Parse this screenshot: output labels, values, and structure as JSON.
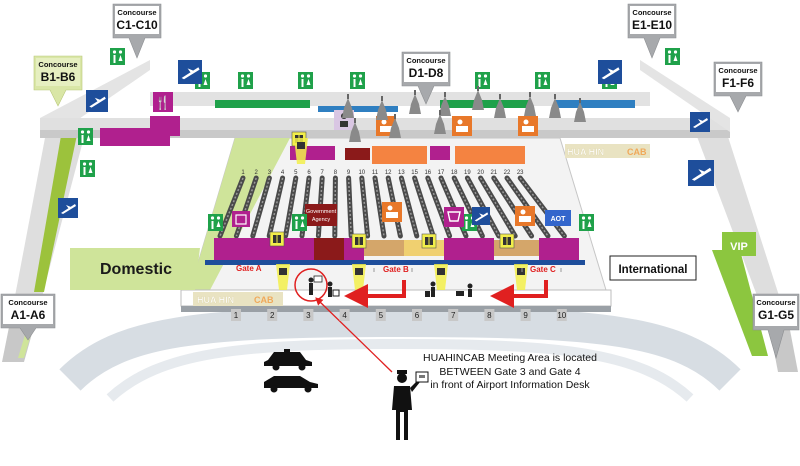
{
  "concourses": {
    "a": {
      "title": "Concourse",
      "code": "A1-A6"
    },
    "b": {
      "title": "Concourse",
      "code": "B1-B6"
    },
    "c": {
      "title": "Concourse",
      "code": "C1-C10"
    },
    "d": {
      "title": "Concourse",
      "code": "D1-D8"
    },
    "e": {
      "title": "Concourse",
      "code": "E1-E10"
    },
    "f": {
      "title": "Concourse",
      "code": "F1-F6"
    },
    "g": {
      "title": "Concourse",
      "code": "G1-G5"
    }
  },
  "zones": {
    "domestic": "Domestic",
    "international": "International",
    "vip": "VIP",
    "government": "Government Agency",
    "aot": "AOT"
  },
  "brand": {
    "name_a": "HUA HIN",
    "name_b": "CAB",
    "color_main": "#e9e3c2",
    "color_tag": "#f0a95a"
  },
  "checkin_counters": [
    "1",
    "2",
    "3",
    "4",
    "5",
    "6",
    "7",
    "8",
    "9",
    "10",
    "11",
    "12",
    "13",
    "15",
    "16",
    "17",
    "18",
    "19",
    "20",
    "21",
    "22",
    "23"
  ],
  "gates": {
    "a": "Gate A",
    "b": "Gate B",
    "c": "Gate C"
  },
  "doors": [
    "1",
    "2",
    "3",
    "4",
    "5",
    "6",
    "7",
    "8",
    "9",
    "10"
  ],
  "callout": {
    "line1": "HUAHINCAB Meeting Area is located",
    "line2": "BETWEEN Gate 3 and Gate 4",
    "line3": "in front of Airport Information Desk"
  },
  "colors": {
    "terminal_floor": "#f3f3f3",
    "domestic_floor": "#cfe49a",
    "vip": "#8cc63f",
    "magenta": "#b0208e",
    "blue": "#1e4e9b",
    "green": "#1fa14a",
    "orange": "#e8782a",
    "red": "#e02020",
    "yellow": "#f2ee4a",
    "grey_pin": "#a7a9ac"
  }
}
